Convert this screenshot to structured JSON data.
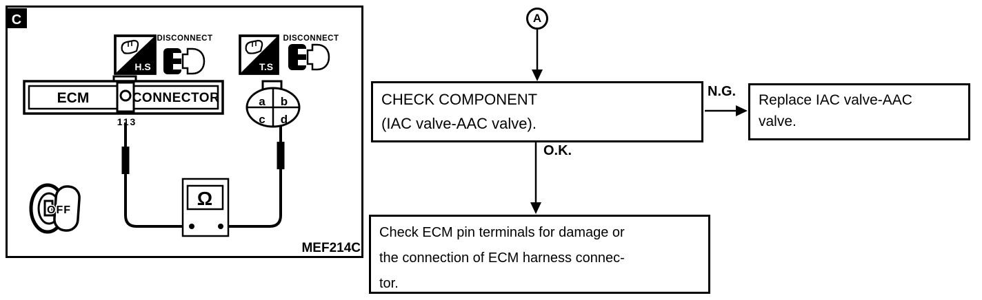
{
  "panel": {
    "corner_label": "C",
    "figure_code": "MEF214C",
    "hs_tool": {
      "label": "H.S",
      "disconnect_label": "DISCONNECT"
    },
    "ts_tool": {
      "label": "T.S",
      "disconnect_label": "DISCONNECT"
    },
    "ecm_connector": {
      "left_label": "ECM",
      "right_label": "CONNECTOR",
      "terminal_number": "113"
    },
    "round_connector": {
      "pin_a": "a",
      "pin_b": "b",
      "pin_c": "c",
      "pin_d": "d"
    },
    "meter": {
      "symbol": "Ω"
    },
    "ignition": {
      "label": "OFF"
    }
  },
  "flow": {
    "start_label": "A",
    "check_box": {
      "line1": "CHECK COMPONENT",
      "line2": "(IAC valve-AAC valve)."
    },
    "ng_label": "N.G.",
    "ok_label": "O.K.",
    "replace_box": {
      "line1": "Replace IAC valve-AAC",
      "line2": "valve."
    },
    "ecm_pin_box": {
      "line1": "Check ECM pin terminals for damage or",
      "line2": "the connection of ECM harness connec-",
      "line3": "tor."
    }
  }
}
